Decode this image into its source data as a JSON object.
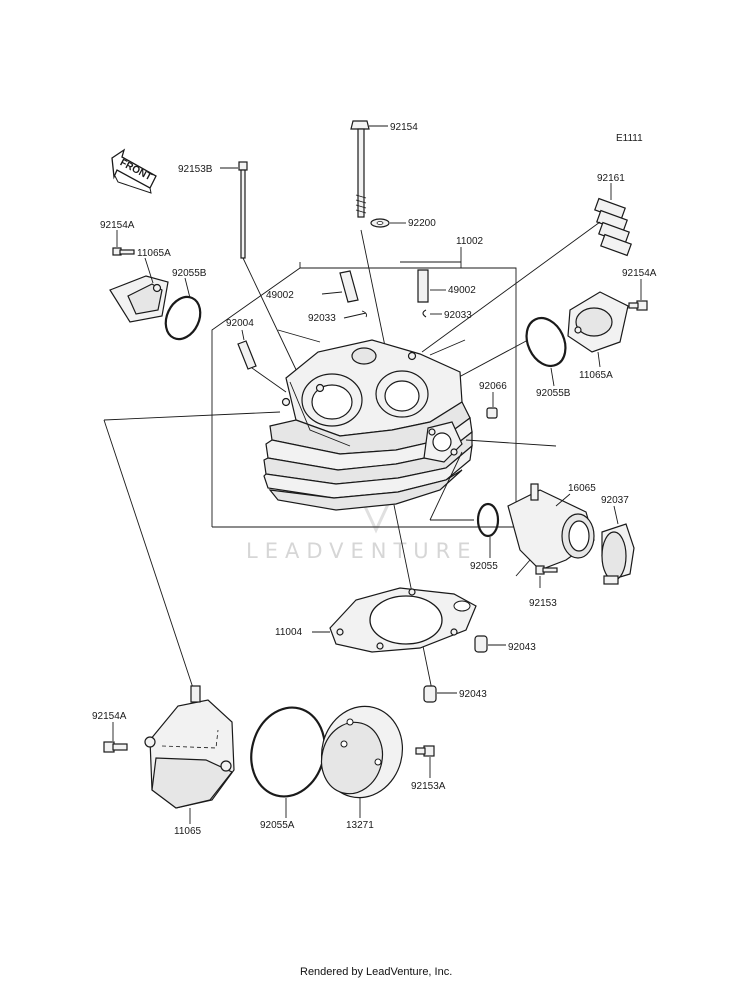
{
  "diagram_code": "E1111",
  "front_label": "FRONT",
  "watermark": "LEADVENTURE",
  "footer": "Rendered by LeadVenture, Inc.",
  "parts": {
    "p92154_top": "92154",
    "p92153b": "92153B",
    "p92200": "92200",
    "p92161": "92161",
    "p92154a_right": "92154A",
    "p11065a_right": "11065A",
    "p92055b_right": "92055B",
    "p11002": "11002",
    "p49002_left": "49002",
    "p49002_right": "49002",
    "p92033_left": "92033",
    "p92033_right": "92033",
    "p92154a_left": "92154A",
    "p11065a_left": "11065A",
    "p92055b_left": "92055B",
    "p92004": "92004",
    "p92066": "92066",
    "p16065": "16065",
    "p92037": "92037",
    "p92055": "92055",
    "p92153": "92153",
    "p11004": "11004",
    "p92043_upper": "92043",
    "p92043_lower": "92043",
    "p92154a_bottom": "92154A",
    "p11065": "11065",
    "p92055a": "92055A",
    "p13271": "13271",
    "p92153a": "92153A"
  }
}
